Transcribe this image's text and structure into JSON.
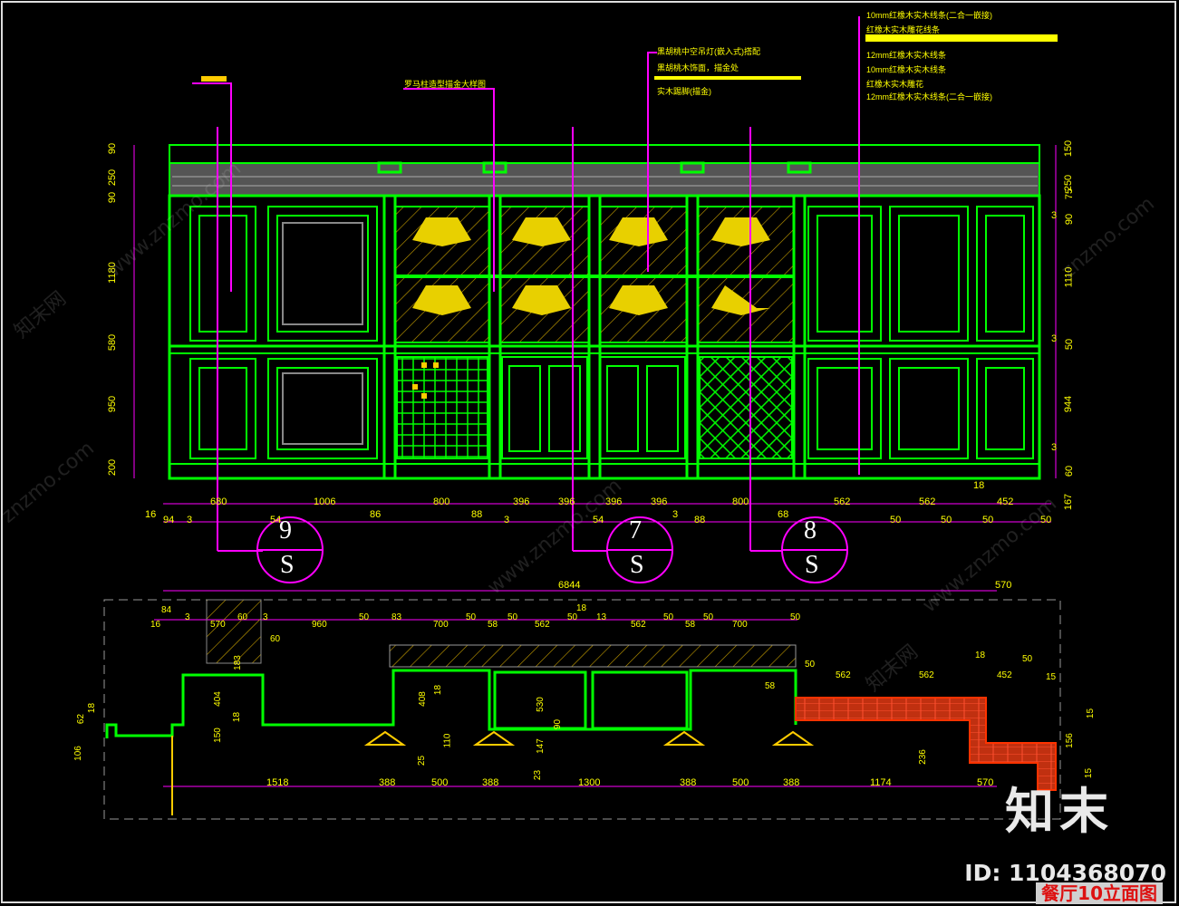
{
  "drawing": {
    "title": "餐厅10立面图",
    "watermark_logo": "知末",
    "watermark_id": "ID: 1104368070",
    "watermark_site": "znzmo.com",
    "watermark_site_www": "www.znzmo.com",
    "watermark_cn": "知末网"
  },
  "section_markers": [
    {
      "number": "9",
      "letter": "S"
    },
    {
      "number": "7",
      "letter": "S"
    },
    {
      "number": "8",
      "letter": "S"
    }
  ],
  "left_dims": [
    "90",
    "250",
    "90",
    "1180",
    "580",
    "950",
    "200"
  ],
  "right_dims": [
    "150",
    "250",
    "75",
    "3",
    "90",
    "1110",
    "3",
    "50",
    "944",
    "3",
    "60",
    "167"
  ],
  "bottom_dims_row1": [
    "16",
    "680",
    "1006",
    "800",
    "396",
    "396",
    "396",
    "396",
    "800",
    "562",
    "562",
    "452"
  ],
  "bottom_dims_row2": [
    "94",
    "3",
    "54",
    "86",
    "88",
    "3",
    "54",
    "3",
    "88",
    "68",
    "50",
    "50",
    "50",
    "50",
    "18"
  ],
  "plan_top_dims": [
    "6844",
    "570"
  ],
  "plan_row_dims": [
    "84",
    "16",
    "3",
    "570",
    "60",
    "3",
    "960",
    "50",
    "83",
    "700",
    "50",
    "58",
    "50",
    "562",
    "50",
    "18",
    "13",
    "562",
    "50",
    "58",
    "50",
    "700",
    "50"
  ],
  "plan_bottom_dims": [
    "1518",
    "388",
    "500",
    "388",
    "1300",
    "388",
    "500",
    "388",
    "1174",
    "570"
  ],
  "plan_misc_dims": [
    "62",
    "18",
    "106",
    "404",
    "18",
    "150",
    "183",
    "60",
    "408",
    "18",
    "110",
    "25",
    "530",
    "90",
    "147",
    "23",
    "58",
    "50",
    "562",
    "562",
    "452",
    "18",
    "15",
    "50",
    "236",
    "15",
    "156",
    "15"
  ],
  "notes_left": [
    "罗马柱造型描金大样图"
  ],
  "notes_center": [
    "黑胡桃中空吊灯(嵌入式)搭配",
    "黑胡桃木饰面，描金处",
    "实木踢脚(描金)"
  ],
  "notes_right": [
    "10mm红橡木实木线条(二合一嵌接)",
    "红橡木实木雕花线条",
    "12mm红橡木实木线条",
    "10mm红橡木实木线条",
    "红橡木实木雕花",
    "12mm红橡木实木线条(二合一嵌接)"
  ],
  "colors": {
    "background": "#000000",
    "cabinet": "#00ff00",
    "dimension": "#ff00ff",
    "text": "#ffff00",
    "crown": "#8a8a8a",
    "hatch": "#ff3300",
    "white": "#ffffff"
  }
}
